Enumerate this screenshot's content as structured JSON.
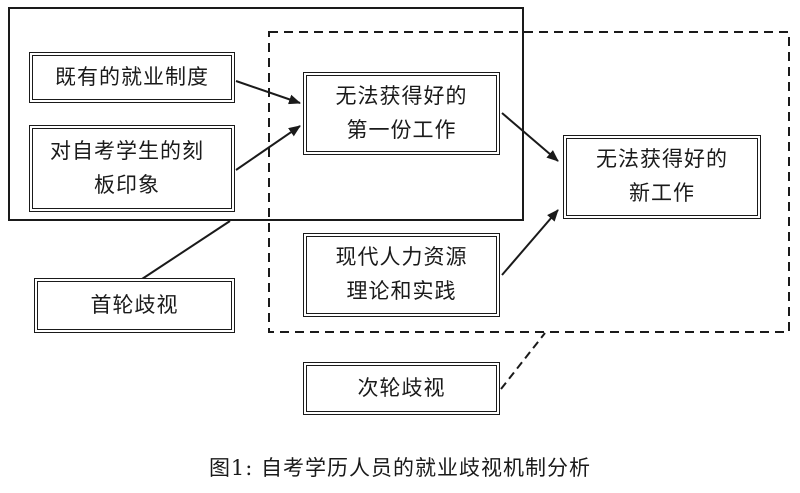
{
  "diagram": {
    "boxes": {
      "existing_system": "既有的就业制度",
      "stereotype_line1": "对自考学生的刻",
      "stereotype_line2": "板印象",
      "first_job_line1": "无法获得好的",
      "first_job_line2": "第一份工作",
      "new_job_line1": "无法获得好的",
      "new_job_line2": "新工作",
      "hr_line1": "现代人力资源",
      "hr_line2": "理论和实践",
      "first_round": "首轮歧视",
      "second_round": "次轮歧视"
    },
    "caption": "图1: 自考学历人员的就业歧视机制分析"
  }
}
